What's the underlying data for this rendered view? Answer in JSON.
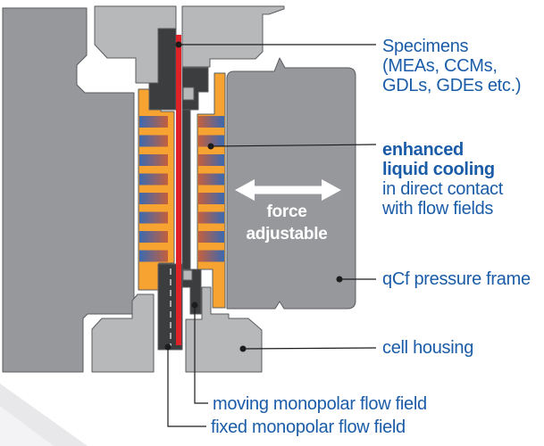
{
  "colors": {
    "label-blue": "#1b5ca8",
    "machine-gray": "#97989c",
    "machine-gray-light": "#b7b8ba",
    "flowfield-dark": "#3c3d3f",
    "cooler-orange": "#f7a331",
    "stripe-blue": "#3a69b2",
    "stripe-red": "#c55f3d",
    "specimen-red": "#e02127",
    "outline-gray": "#5a5b5e",
    "leader-black": "#1c1c1c",
    "arrow-white": "#ffffff",
    "wedge-light": "#e8e8ea",
    "wedge-lighter": "#f3f3f5"
  },
  "diagram": {
    "labels": {
      "specimens": [
        "Specimens",
        "(MEAs, CCMs,",
        "GDLs, GDEs etc.)"
      ],
      "cooling_bold": [
        "enhanced",
        "liquid cooling"
      ],
      "cooling_rest": [
        "in direct contact",
        "with flow fields"
      ],
      "pressure_frame": "qCf pressure frame",
      "cell_housing": "cell housing",
      "moving_flow_field": "moving monopolar flow field",
      "fixed_flow_field": "fixed monopolar flow field",
      "force": [
        "force",
        "adjustable"
      ]
    }
  }
}
